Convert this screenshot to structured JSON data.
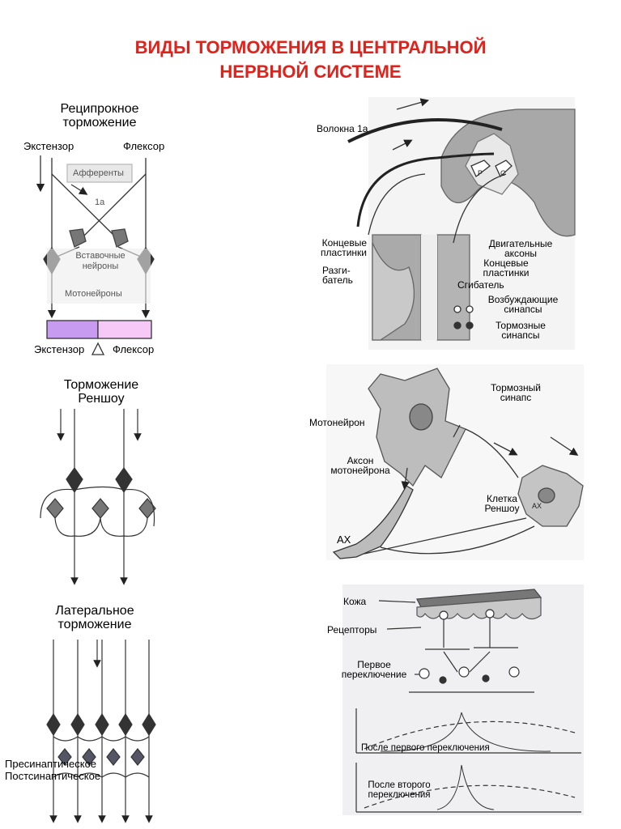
{
  "title": {
    "line1": "ВИДЫ ТОРМОЖЕНИЯ В ЦЕНТРАЛЬНОЙ",
    "line2": "НЕРВНОЙ СИСТЕМЕ"
  },
  "reciprocal": {
    "heading_line1": "Реципрокное",
    "heading_line2": "торможение",
    "extensor_top": "Экстензор",
    "flexor_top": "Флексор",
    "afferents": "Афференты",
    "fiber_1a": "1а",
    "interneurons_line1": "Вставочные",
    "interneurons_line2": "нейроны",
    "motoneurons": "Мотонейроны",
    "extensor_bottom": "Экстензор",
    "flexor_bottom": "Флексор",
    "colors": {
      "extensor_bar": "#c79bf0",
      "flexor_bar": "#f6c9f6"
    }
  },
  "renshaw": {
    "heading_line1": "Торможение",
    "heading_line2": "Реншоу"
  },
  "lateral": {
    "heading_line1": "Латеральное",
    "heading_line2": "торможение",
    "presynaptic": "Пресинаптическое",
    "postsynaptic": "Постсинаптическое"
  },
  "spinal": {
    "fibers_1a": "Волокна 1а",
    "end_plates_left_line1": "Концевые",
    "end_plates_left_line2": "пластинки",
    "extensor_muscle_line1": "Разги-",
    "extensor_muscle_line2": "батель",
    "motor_axons_line1": "Двигательные",
    "motor_axons_line2": "аксоны",
    "end_plates_right_line1": "Концевые",
    "end_plates_right_line2": "пластинки",
    "flexor_muscle": "Сгибатель",
    "excitatory_line1": "Возбуждающие",
    "excitatory_line2": "синапсы",
    "inhibitory_line1": "Тормозные",
    "inhibitory_line2": "синапсы",
    "cell_p": "Р",
    "cell_c": "С"
  },
  "renshaw_cell": {
    "inhibitory_synapse_line1": "Тормозный",
    "inhibitory_synapse_line2": "синапс",
    "motoneuron": "Мотонейрон",
    "axon_line1": "Аксон",
    "axon_line2": "мотонейрона",
    "renshaw_line1": "Клетка",
    "renshaw_line2": "Реншоу",
    "ax_small": "АХ",
    "ax": "АХ"
  },
  "skin": {
    "skin": "Кожа",
    "receptors": "Рецепторы",
    "first_switch_line1": "Первое",
    "first_switch_line2": "переключение",
    "after_first": "После первого переключения",
    "after_second_line1": "После второго",
    "after_second_line2": "переключения"
  }
}
